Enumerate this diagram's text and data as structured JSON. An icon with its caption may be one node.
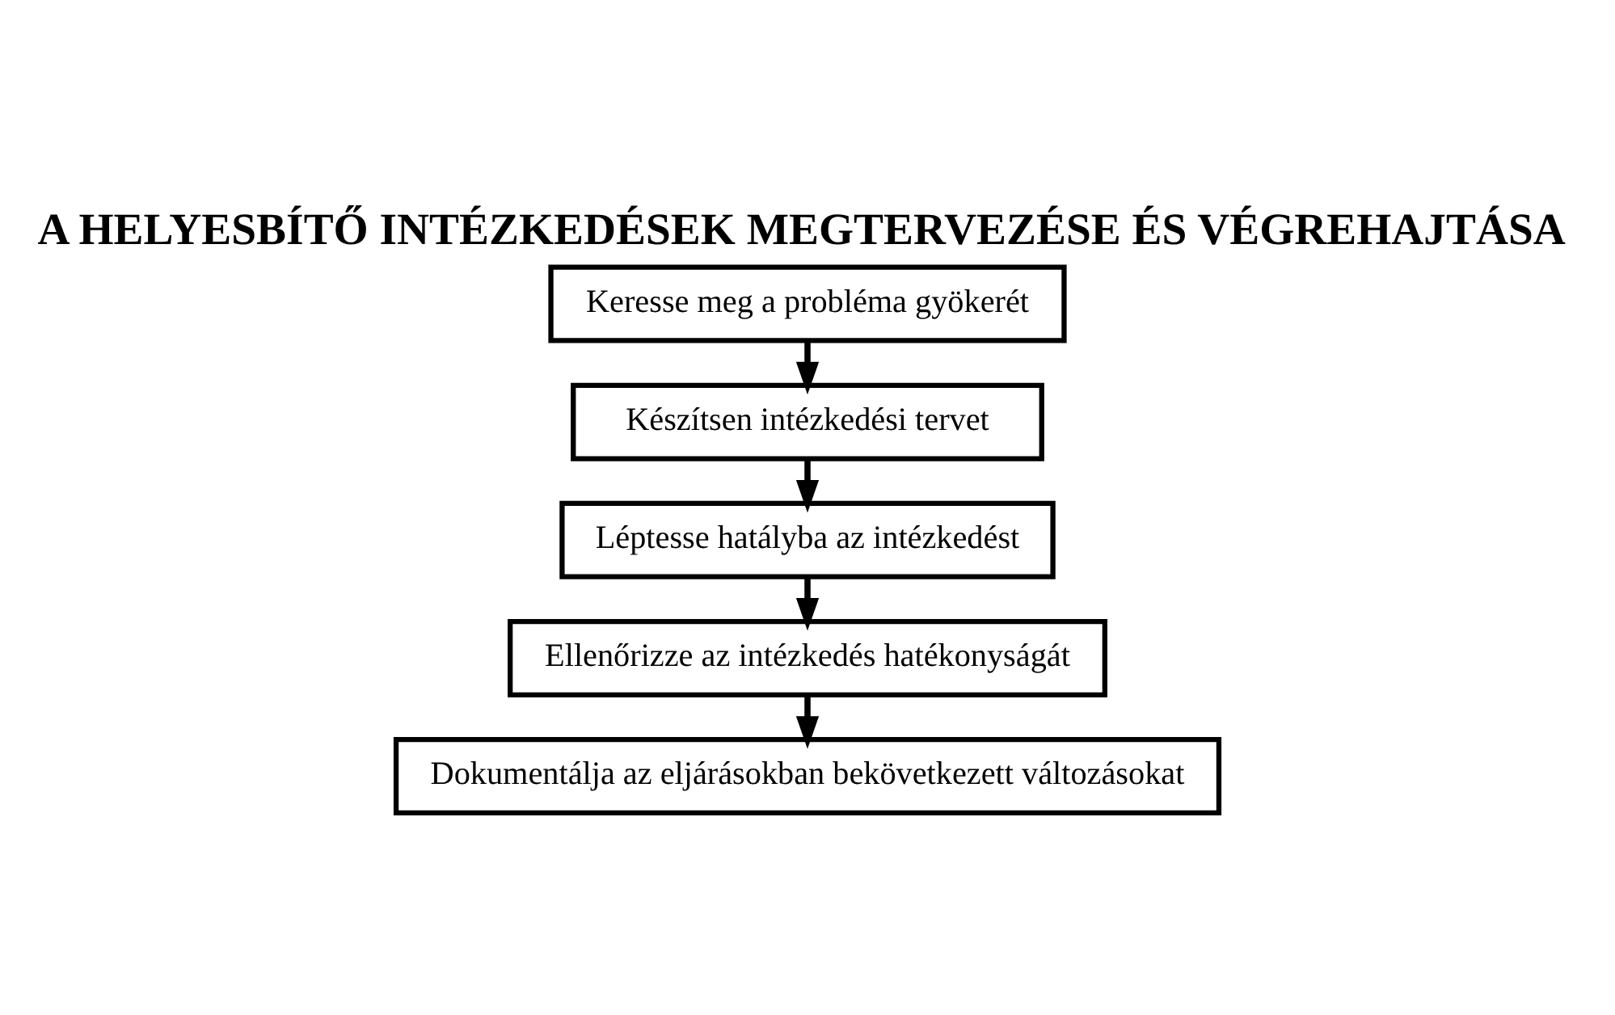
{
  "diagram": {
    "title": "A HELYESBÍTŐ INTÉZKEDÉSEK MEGTERVEZÉSE ÉS VÉGREHAJTÁSA",
    "nodes": [
      {
        "text": [
          "Keresse meg a probléma gyökerét"
        ]
      },
      {
        "text": [
          "Készítsen intézkedési tervet"
        ]
      },
      {
        "text": [
          "Léptesse hatályba az intézkedést"
        ]
      },
      {
        "text": [
          "Ellenőrizze az intézkedés hatékonyságát"
        ]
      },
      {
        "text": [
          "Dokumentálja az eljárásokban bekövetkezett változásokat"
        ]
      }
    ],
    "edges": [
      {
        "from": 0,
        "to": 1,
        "arrow": "to"
      },
      {
        "from": 1,
        "to": 2,
        "arrow": "to"
      },
      {
        "from": 2,
        "to": 3,
        "arrow": "to"
      },
      {
        "from": 3,
        "to": 4,
        "arrow": "to"
      }
    ]
  }
}
